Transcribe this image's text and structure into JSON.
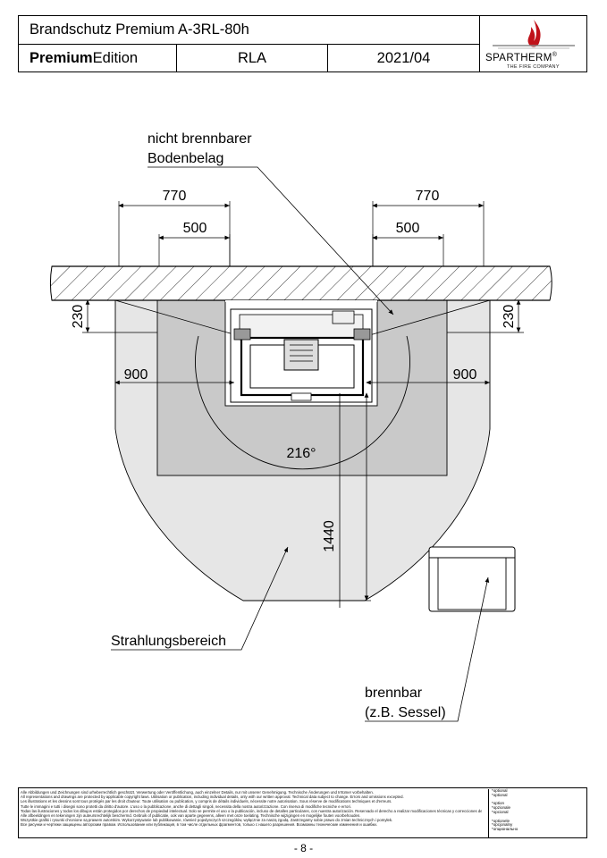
{
  "header": {
    "title": "Brandschutz Premium A-3RL-80h",
    "edition_bold": "Premium",
    "edition_rest": "Edition",
    "model": "RLA",
    "date": "2021/04",
    "logo_brand": "SPARTHERM",
    "logo_reg": "®",
    "logo_tagline": "THE FIRE COMPANY"
  },
  "labels": {
    "floor_line1": "nicht brennbarer",
    "floor_line2": "Bodenbelag",
    "radiation": "Strahlungsbereich",
    "flammable_line1": "brennbar",
    "flammable_line2": "(z.B. Sessel)"
  },
  "dimensions": {
    "left_770": "770",
    "right_770": "770",
    "left_500": "500",
    "right_500": "500",
    "left_230": "230",
    "right_230": "230",
    "left_900": "900",
    "right_900": "900",
    "angle": "216°",
    "depth_1440": "1440"
  },
  "footer": {
    "legal": [
      "Alle Abbildungen und Zeichnungen sind urheberrechtlich geschützt. Verwertung oder Veröffentlichung, auch einzelner Details, nur mit unserer Genehmigung. Technische Änderungen und Irrtümer vorbehalten.",
      "All representations and drawings are protected by applicable copyright laws. Utilisation or publication, including individual details, only with our written approval. Technical data subject to change. Errors and omissions excepted.",
      "Les illustrations et les dessins sont tous protégés par les droit d'auteur. Toute utilisation ou publication, y compris de détails individuels, nécessite notre autorisation. Sous réserve de modifications techniques et d'erreurs.",
      "Tutte le immagini e tutti i disegni sono protetti da diritto d'autore. L'uso o la pubblicazione, anche di dettagli singoli, necessita della nostra autorizzazione. Con riserva di modifiche tecniche e errori.",
      "Todas las ilustraciones y todos los dibujos están protegidos por derechos de propiedad intelectual. Solo se permite el uso o la publicación, incluso de detalles particulares, con nuestra autorización. Reservado el derecho a realizar modificaciones técnicas y correcciones de errores.",
      "Alle afbeeldingen en tekeningen zijn auteursrechtelijk beschermd. Gebruik of publicatie, ook van aparte gegevens, alleen met onze toelating. Technische wijzigingen en mogelijke fouten voorbehouden.",
      "Wszystkie grafiki i rysunki chronione są prawem autorskim. Wykorzystywanie lub publikowanie, również pojedynczych szczegółów, wyłącznie za naszą zgodą. Zastrzegamy sobie prawo do zmian technicznych i pomyłek.",
      "Все рисунки и чертежи защищены авторским правом. Использование или публикация, в том числе отдельных фрагментов, только с нашего разрешения. Возможны технические изменения и ошибки."
    ],
    "optional": [
      "*optional",
      "*optional",
      "",
      "*option",
      "*opzionale",
      "*opcional",
      "",
      "*optionele",
      "*opcjonalny",
      "*опционально"
    ]
  },
  "page_number": "- 8 -"
}
